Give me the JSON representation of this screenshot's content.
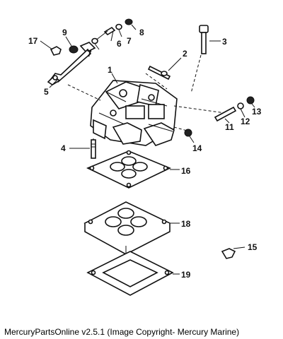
{
  "diagram": {
    "callouts": {
      "c1": "1",
      "c2": "2",
      "c3": "3",
      "c4": "4",
      "c5": "5",
      "c6": "6",
      "c7a": "7",
      "c7b": "7",
      "c8": "8",
      "c9": "9",
      "c11": "11",
      "c12": "12",
      "c13": "13",
      "c14": "14",
      "c15": "15",
      "c16": "16",
      "c17": "17",
      "c18": "18",
      "c19": "19"
    }
  },
  "caption": "MercuryPartsOnline v2.5.1 (Image Copyright- Mercury Marine)"
}
